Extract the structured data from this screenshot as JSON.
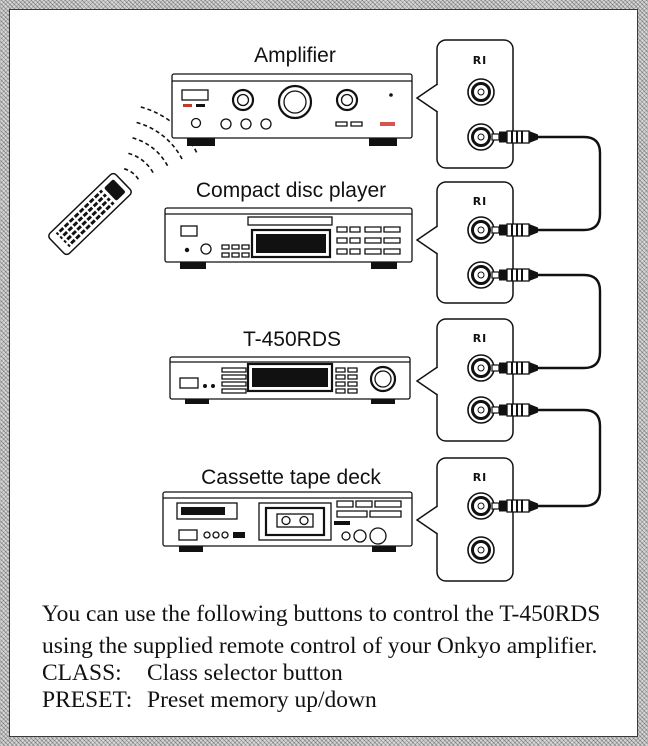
{
  "diagram": {
    "devices": [
      {
        "label": "Amplifier"
      },
      {
        "label": "Compact disc player"
      },
      {
        "label": "T-450RDS"
      },
      {
        "label": "Cassette tape deck"
      }
    ],
    "ri_label": "RI"
  },
  "text": {
    "line1": "You can use the following buttons to control the T-450RDS",
    "line2": "using the supplied remote control of your Onkyo amplifier.",
    "buttons": [
      {
        "name": "CLASS:",
        "description": "Class selector button"
      },
      {
        "name": "PRESET:",
        "description": "Preset memory up/down"
      }
    ]
  },
  "icons": {
    "remote": "remote-control-icon",
    "signal": "remote-signal-icon",
    "jack": "ri-jack-icon",
    "plug": "ri-plug-icon"
  },
  "colors": {
    "ink": "#111111",
    "indicator": "#d9534f"
  }
}
